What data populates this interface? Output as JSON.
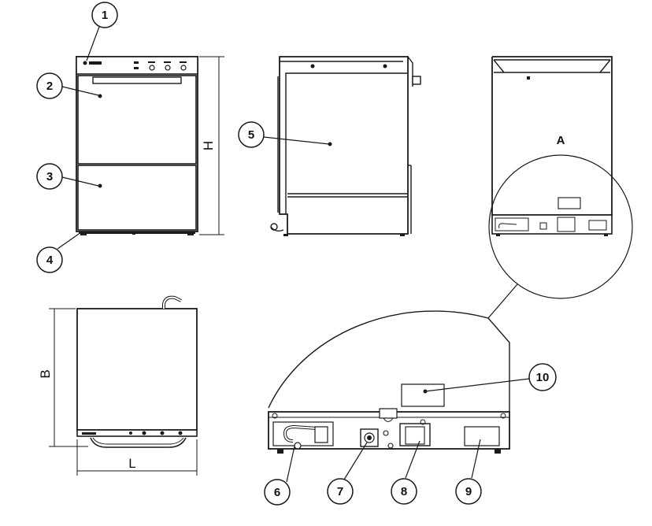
{
  "callouts": [
    "1",
    "2",
    "3",
    "4",
    "5",
    "6",
    "7",
    "8",
    "9",
    "10"
  ],
  "detail_label": "A",
  "dimensions": {
    "height": "H",
    "depth": "B",
    "width": "L"
  },
  "colors": {
    "line": "#1a1a1a",
    "panel": "#f4f4f4",
    "background": "#ffffff"
  }
}
